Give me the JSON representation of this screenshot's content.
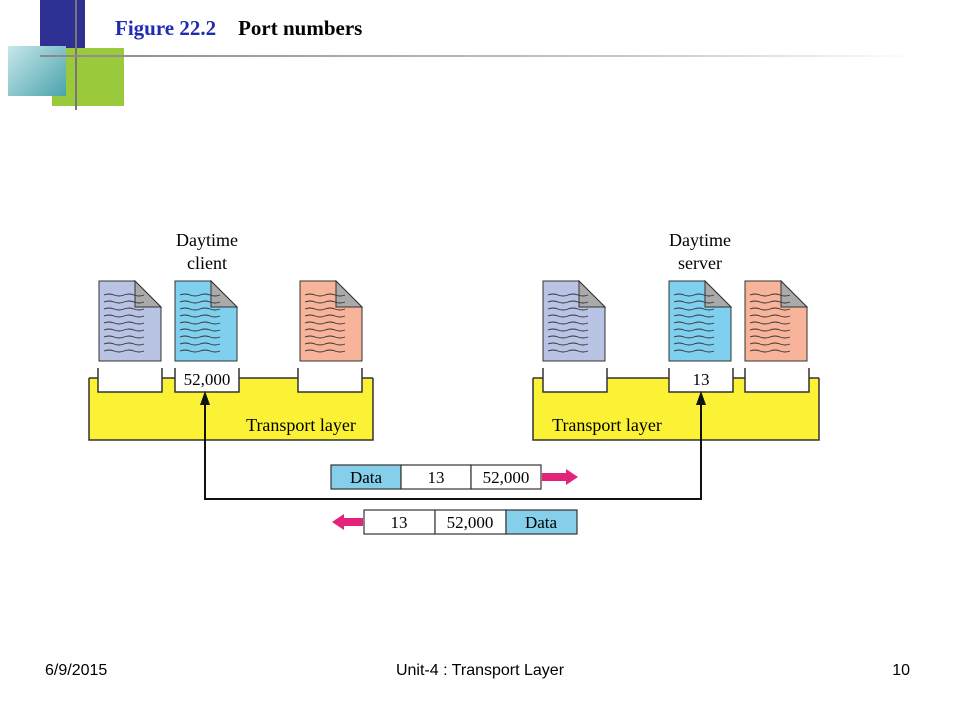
{
  "slide": {
    "title_figure": "Figure 22.2",
    "title_text": "Port numbers"
  },
  "diagram": {
    "client": {
      "label_line1": "Daytime",
      "label_line2": "client",
      "port": "52,000",
      "transport_label": "Transport layer"
    },
    "server": {
      "label_line1": "Daytime",
      "label_line2": "server",
      "port": "13",
      "transport_label": "Transport layer"
    },
    "request_packet": [
      "Data",
      "13",
      "52,000"
    ],
    "response_packet": [
      "13",
      "52,000",
      "Data"
    ],
    "colors": {
      "doc_gray": "#b9c3e4",
      "doc_blue": "#7ed0ee",
      "doc_salmon": "#f7b49a",
      "transport_yellow": "#fbf236",
      "packet_data_blue": "#85cfea",
      "arrow_pink": "#e2237a",
      "title_blue": "#1f2bb0"
    }
  },
  "footer": {
    "date": "6/9/2015",
    "course": "Unit-4 : Transport Layer",
    "page": "10"
  }
}
